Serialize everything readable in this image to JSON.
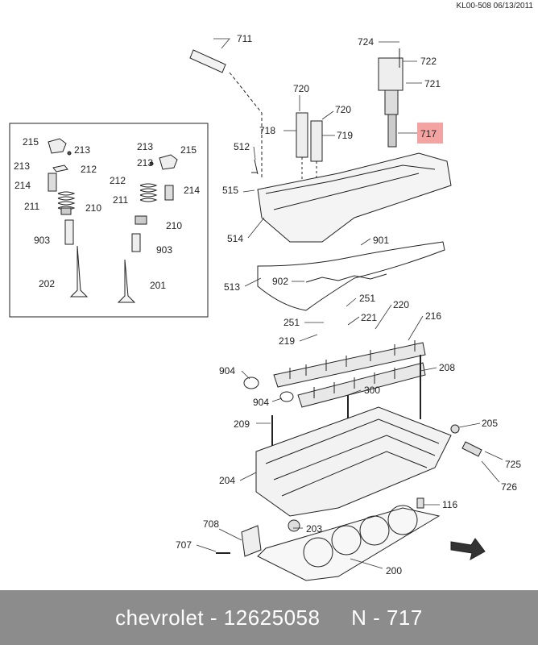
{
  "header": {
    "ref_code": "KL00-508 06/13/2011"
  },
  "highlight": {
    "part": "717",
    "color": "#f4a3a3"
  },
  "inset_labels": [
    "215",
    "213",
    "213",
    "212",
    "214",
    "211",
    "210",
    "903",
    "202",
    "213",
    "215",
    "213",
    "212",
    "214",
    "211",
    "210",
    "903",
    "201"
  ],
  "part_labels": [
    "711",
    "724",
    "722",
    "721",
    "720",
    "720",
    "718",
    "719",
    "717",
    "512",
    "515",
    "514",
    "901",
    "902",
    "513",
    "251",
    "220",
    "251",
    "221",
    "216",
    "219",
    "904",
    "904",
    "300",
    "208",
    "209",
    "205",
    "725",
    "726",
    "204",
    "116",
    "708",
    "707",
    "203",
    "200"
  ],
  "footer": {
    "brand": "chevrolet",
    "sep": "-",
    "part_number": "12625058",
    "n_label": "N - 717"
  },
  "colors": {
    "footer_bg": "#8c8c8c",
    "footer_text": "#ffffff",
    "line": "#222222"
  }
}
